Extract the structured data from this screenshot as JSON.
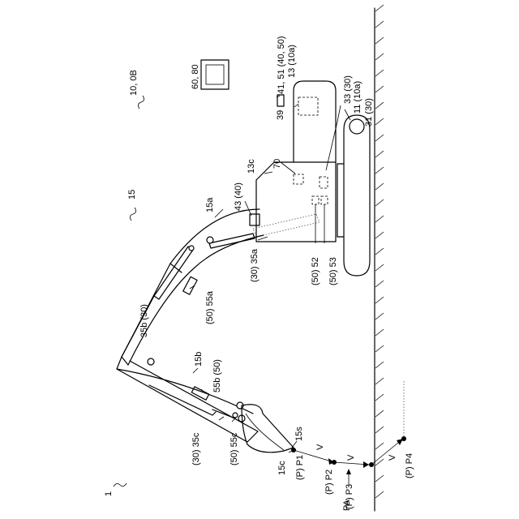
{
  "labels": {
    "fig_ref": "1",
    "machine_ref": "10, 0B",
    "work_machine": "15",
    "ground_level": "PA",
    "display": "60, 80",
    "cab_sensor": "41, 51 (40, 50)",
    "upper_body": "13 (10a)",
    "sensor_33": "33 (30)",
    "lower_body": "11 (10a)",
    "crawler": "31 (30)",
    "unit_39": "39",
    "unit_70": "70",
    "swing_axis": "13c",
    "boom": "15a",
    "boom_sensor_43": "43 (40)",
    "boom_cylinder": "(30) 35a",
    "sensor_52": "(50) 52",
    "sensor_53": "(50) 53",
    "arm_cylinder": "35b (30)",
    "boom_imu": "(50) 55a",
    "arm": "15b",
    "arm_imu": "55b (50)",
    "bucket_cylinder": "(30) 35c",
    "bucket_imu": "(50) 55c",
    "bucket": "15c",
    "bucket_tip": "15s",
    "point_p1": "(P) P1",
    "point_p2": "(P) P2",
    "point_p3": "(P) P3",
    "point_p4": "(P) P4",
    "vector": "V"
  }
}
